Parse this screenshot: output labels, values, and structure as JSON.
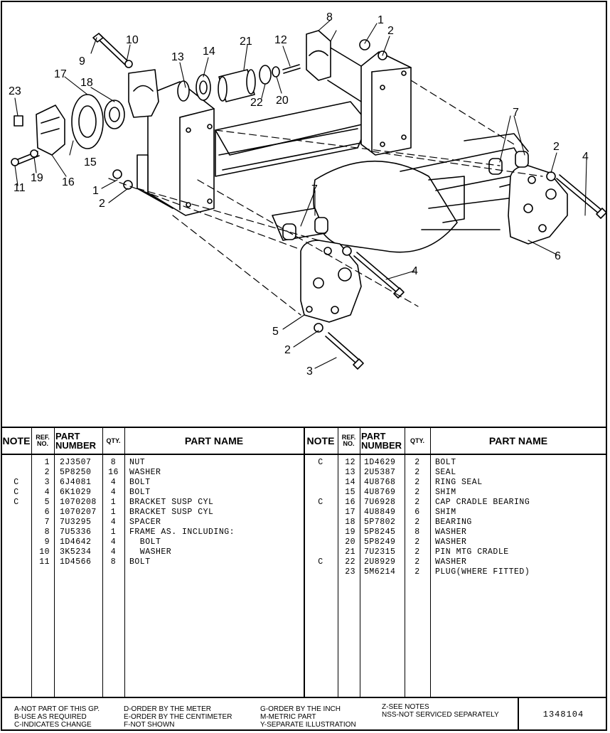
{
  "callouts": [
    "1",
    "2",
    "3",
    "4",
    "5",
    "6",
    "7",
    "8",
    "9",
    "10",
    "11",
    "12",
    "13",
    "14",
    "15",
    "16",
    "17",
    "18",
    "19",
    "20",
    "21",
    "22",
    "23"
  ],
  "table": {
    "headers": {
      "note": "NOTE",
      "ref_top": "REF.",
      "ref_bottom": "NO.",
      "part_number_top": "PART",
      "part_number_bottom": "NUMBER",
      "qty": "QTY.",
      "part_name": "PART NAME"
    },
    "left": {
      "notes": [
        "",
        "",
        "C",
        "C",
        "C",
        "",
        "",
        "",
        "",
        "",
        ""
      ],
      "refs": [
        "1",
        "2",
        "3",
        "4",
        "5",
        "6",
        "7",
        "8",
        "9",
        "10",
        "11"
      ],
      "parts": [
        "2J3507",
        "5P8250",
        "6J4081",
        "6K1029",
        "1070208",
        "1070207",
        "7U3295",
        "7U5336",
        "1D4642",
        "3K5234",
        "1D4566"
      ],
      "qtys": [
        "8",
        "16",
        "4",
        "4",
        "1",
        "1",
        "4",
        "1",
        "4",
        "4",
        "8"
      ],
      "names": [
        "NUT",
        "WASHER",
        "BOLT",
        "BOLT",
        "BRACKET SUSP CYL",
        "BRACKET SUSP CYL",
        "SPACER",
        "FRAME AS. INCLUDING:",
        "  BOLT",
        "  WASHER",
        "BOLT"
      ]
    },
    "right": {
      "notes": [
        "C",
        "",
        "",
        "",
        "C",
        "",
        "",
        "",
        "",
        "",
        "C",
        ""
      ],
      "refs": [
        "12",
        "13",
        "14",
        "15",
        "16",
        "17",
        "18",
        "19",
        "20",
        "21",
        "22",
        "23"
      ],
      "parts": [
        "1D4629",
        "2U5387",
        "4U8768",
        "4U8769",
        "7U6928",
        "4U8849",
        "5P7802",
        "5P8245",
        "5P8249",
        "7U2315",
        "2U8929",
        "5M6214"
      ],
      "qtys": [
        "2",
        "2",
        "2",
        "2",
        "2",
        "6",
        "2",
        "8",
        "2",
        "2",
        "2",
        "2"
      ],
      "names": [
        "BOLT",
        "SEAL",
        "RING SEAL",
        "SHIM",
        "CAP CRADLE BEARING",
        "SHIM",
        "BEARING",
        "WASHER",
        "WASHER",
        "PIN MTG CRADLE",
        "WASHER",
        "PLUG(WHERE FITTED)"
      ]
    }
  },
  "legend": {
    "col1": [
      "A-NOT PART OF THIS GP.",
      "B-USE AS REQUIRED",
      "C-INDICATES CHANGE"
    ],
    "col2": [
      "D-ORDER BY THE METER",
      "E-ORDER BY THE CENTIMETER",
      "F-NOT SHOWN"
    ],
    "col3": [
      "G-ORDER BY THE INCH",
      "M-METRIC PART",
      "Y-SEPARATE ILLUSTRATION"
    ],
    "col4": [
      "Z-SEE NOTES",
      "NSS-NOT SERVICED SEPARATELY"
    ]
  },
  "document_number": "1348104"
}
